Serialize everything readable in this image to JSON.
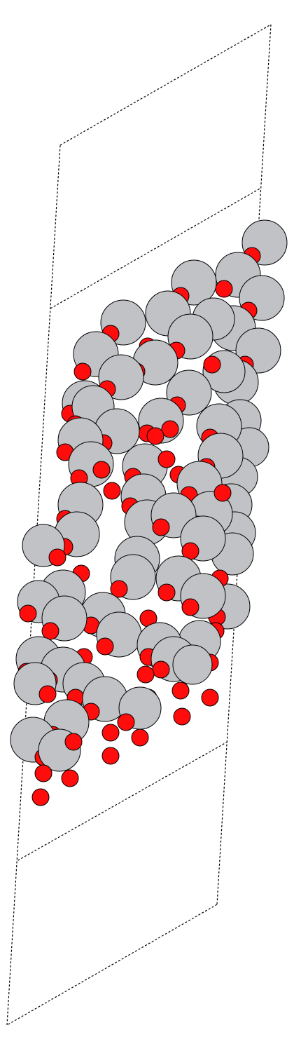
{
  "viewer": {
    "background": "#ffffff"
  },
  "atom_types": {
    "metal": {
      "color": "#c0c2c6",
      "icon": "grey-sphere"
    },
    "oxygen": {
      "color": "#ff0c0c",
      "icon": "red-sphere"
    }
  },
  "cell": {
    "style": "dashed",
    "color": "#000000"
  }
}
